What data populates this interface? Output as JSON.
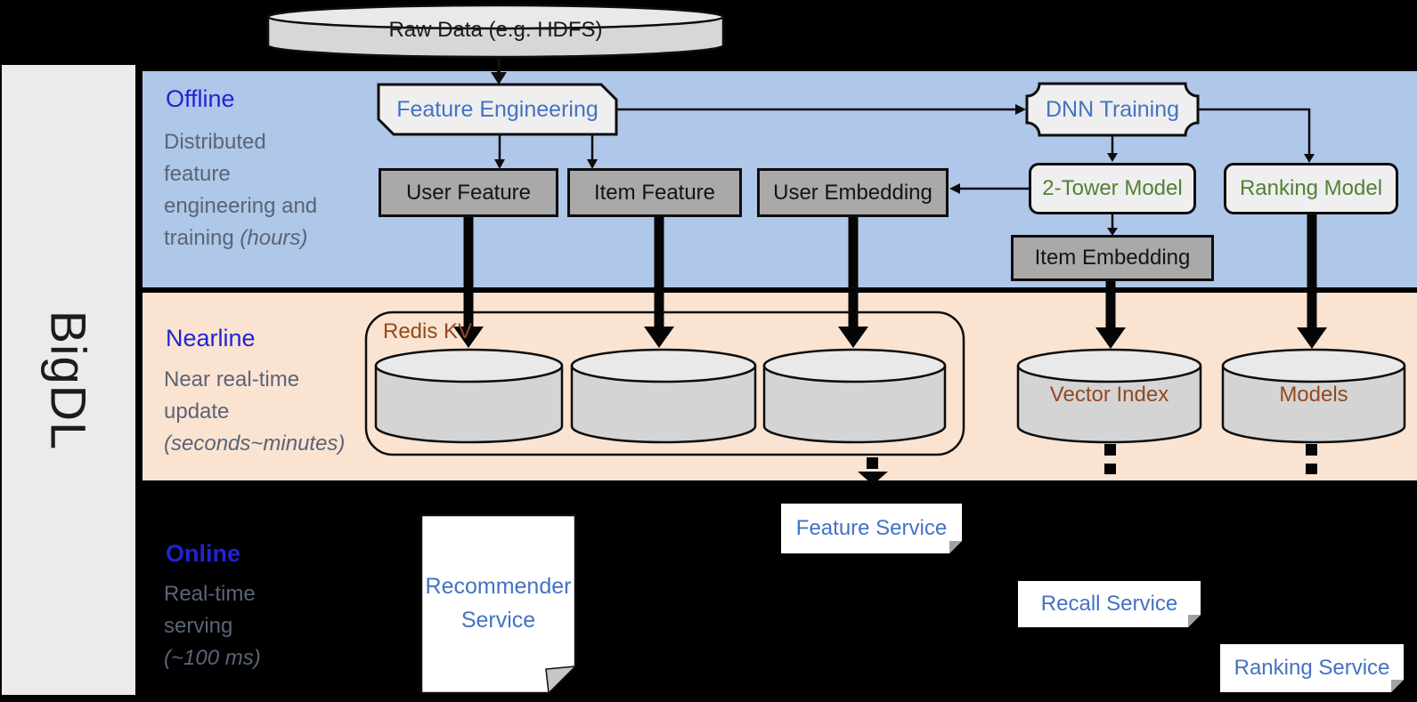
{
  "colors": {
    "band_blue": "#afc7e8",
    "band_peach": "#fae3d1",
    "title_blue": "#2124d1",
    "desc_gray": "#5a6478",
    "node_blue": "#4472c4",
    "node_green": "#538135",
    "node_brown": "#94491e",
    "box_gray": "#a9a9a9",
    "shape_light": "#efefef",
    "sidebar_gray": "#ebebeb"
  },
  "brand": {
    "label": "BigDL"
  },
  "raw_data": {
    "label": "Raw Data (e.g. HDFS)"
  },
  "sections": {
    "offline": {
      "title": "Offline",
      "desc": "Distributed feature engineering and training",
      "desc_italic": "(hours)"
    },
    "nearline": {
      "title": "Nearline",
      "desc": "Near real-time update",
      "desc_italic": "(seconds~minutes)"
    },
    "online": {
      "title": "Online",
      "desc": "Real-time serving",
      "desc_italic": "(~100 ms)"
    }
  },
  "offline_nodes": {
    "feature_engineering": "Feature Engineering",
    "dnn_training": "DNN Training",
    "user_feature": "User Feature",
    "item_feature": "Item Feature",
    "user_embedding": "User Embedding",
    "two_tower_model": "2-Tower Model",
    "ranking_model": "Ranking Model",
    "item_embedding": "Item Embedding"
  },
  "nearline_nodes": {
    "redis_kv": "Redis KV",
    "vector_index": "Vector Index",
    "models": "Models"
  },
  "online_nodes": {
    "recommender_service_line1": "Recommender",
    "recommender_service_line2": "Service",
    "feature_service": "Feature Service",
    "recall_service": "Recall Service",
    "ranking_service": "Ranking Service"
  }
}
